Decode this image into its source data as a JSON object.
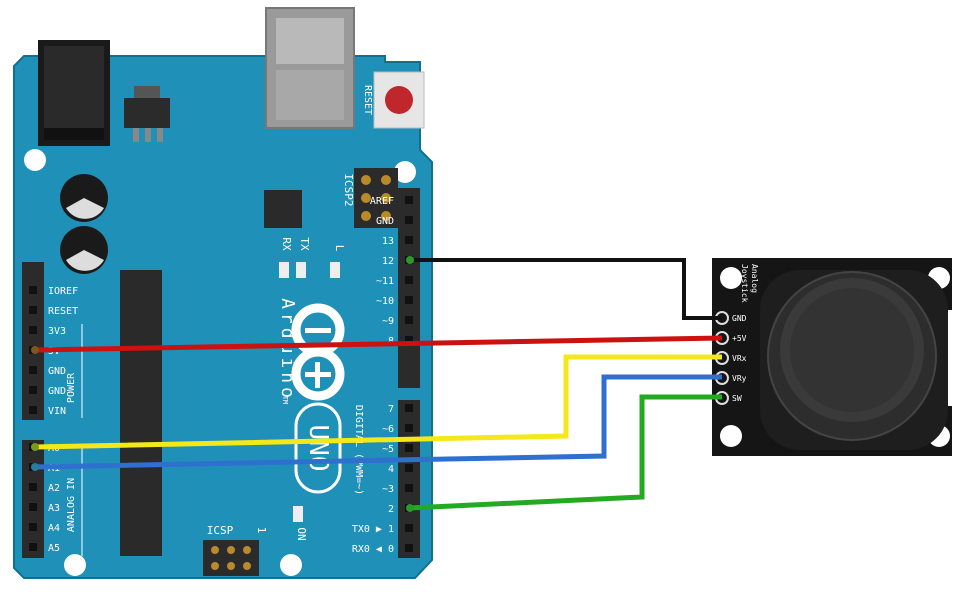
{
  "colors": {
    "board": "#1f90b8",
    "board_dark": "#147aa0",
    "header": "#2b2b2b",
    "module": "#151515",
    "wire_gnd": "#111111",
    "wire_5v": "#cc1111",
    "wire_vrx": "#f4e81a",
    "wire_vry": "#2f6fd0",
    "wire_sw": "#22aa22",
    "silk": "#ffffff",
    "reset_button": "#c0272d"
  },
  "icons": [
    "arduino-logo-icon",
    "joystick-knob-icon",
    "reset-button-icon",
    "usb-connector-icon",
    "power-jack-icon"
  ],
  "arduino": {
    "reset_label": "RESET",
    "icsp2_label": "ICSP2",
    "icsp_label": "ICSP",
    "icsp_pin1": "1",
    "tx_label": "TX",
    "rx_label": "RX",
    "l_label": "L",
    "brand": "Arduino",
    "tm": "TM",
    "model": "UNO",
    "on_label": "ON",
    "digital_label": "DIGITAL (PWM=~)",
    "power_label": "POWER",
    "analog_label": "ANALOG IN",
    "power_pins": [
      "IOREF",
      "RESET",
      "3V3",
      "5V",
      "GND",
      "GND",
      "VIN"
    ],
    "analog_pins": [
      "A0",
      "A1",
      "A2",
      "A3",
      "A4",
      "A5"
    ],
    "digital_pins_top": [
      "AREF",
      "GND",
      "13",
      "12",
      "~11",
      "~10",
      "~9",
      "8"
    ],
    "digital_pins_bottom": [
      "7",
      "~6",
      "~5",
      "4",
      "~3",
      "2",
      "TX0 ▶ 1",
      "RX0 ◀ 0"
    ]
  },
  "joystick": {
    "title_line1": "Analog",
    "title_line2": "Joystick",
    "pins": [
      "GND",
      "+5V",
      "VRx",
      "VRy",
      "SW"
    ]
  }
}
